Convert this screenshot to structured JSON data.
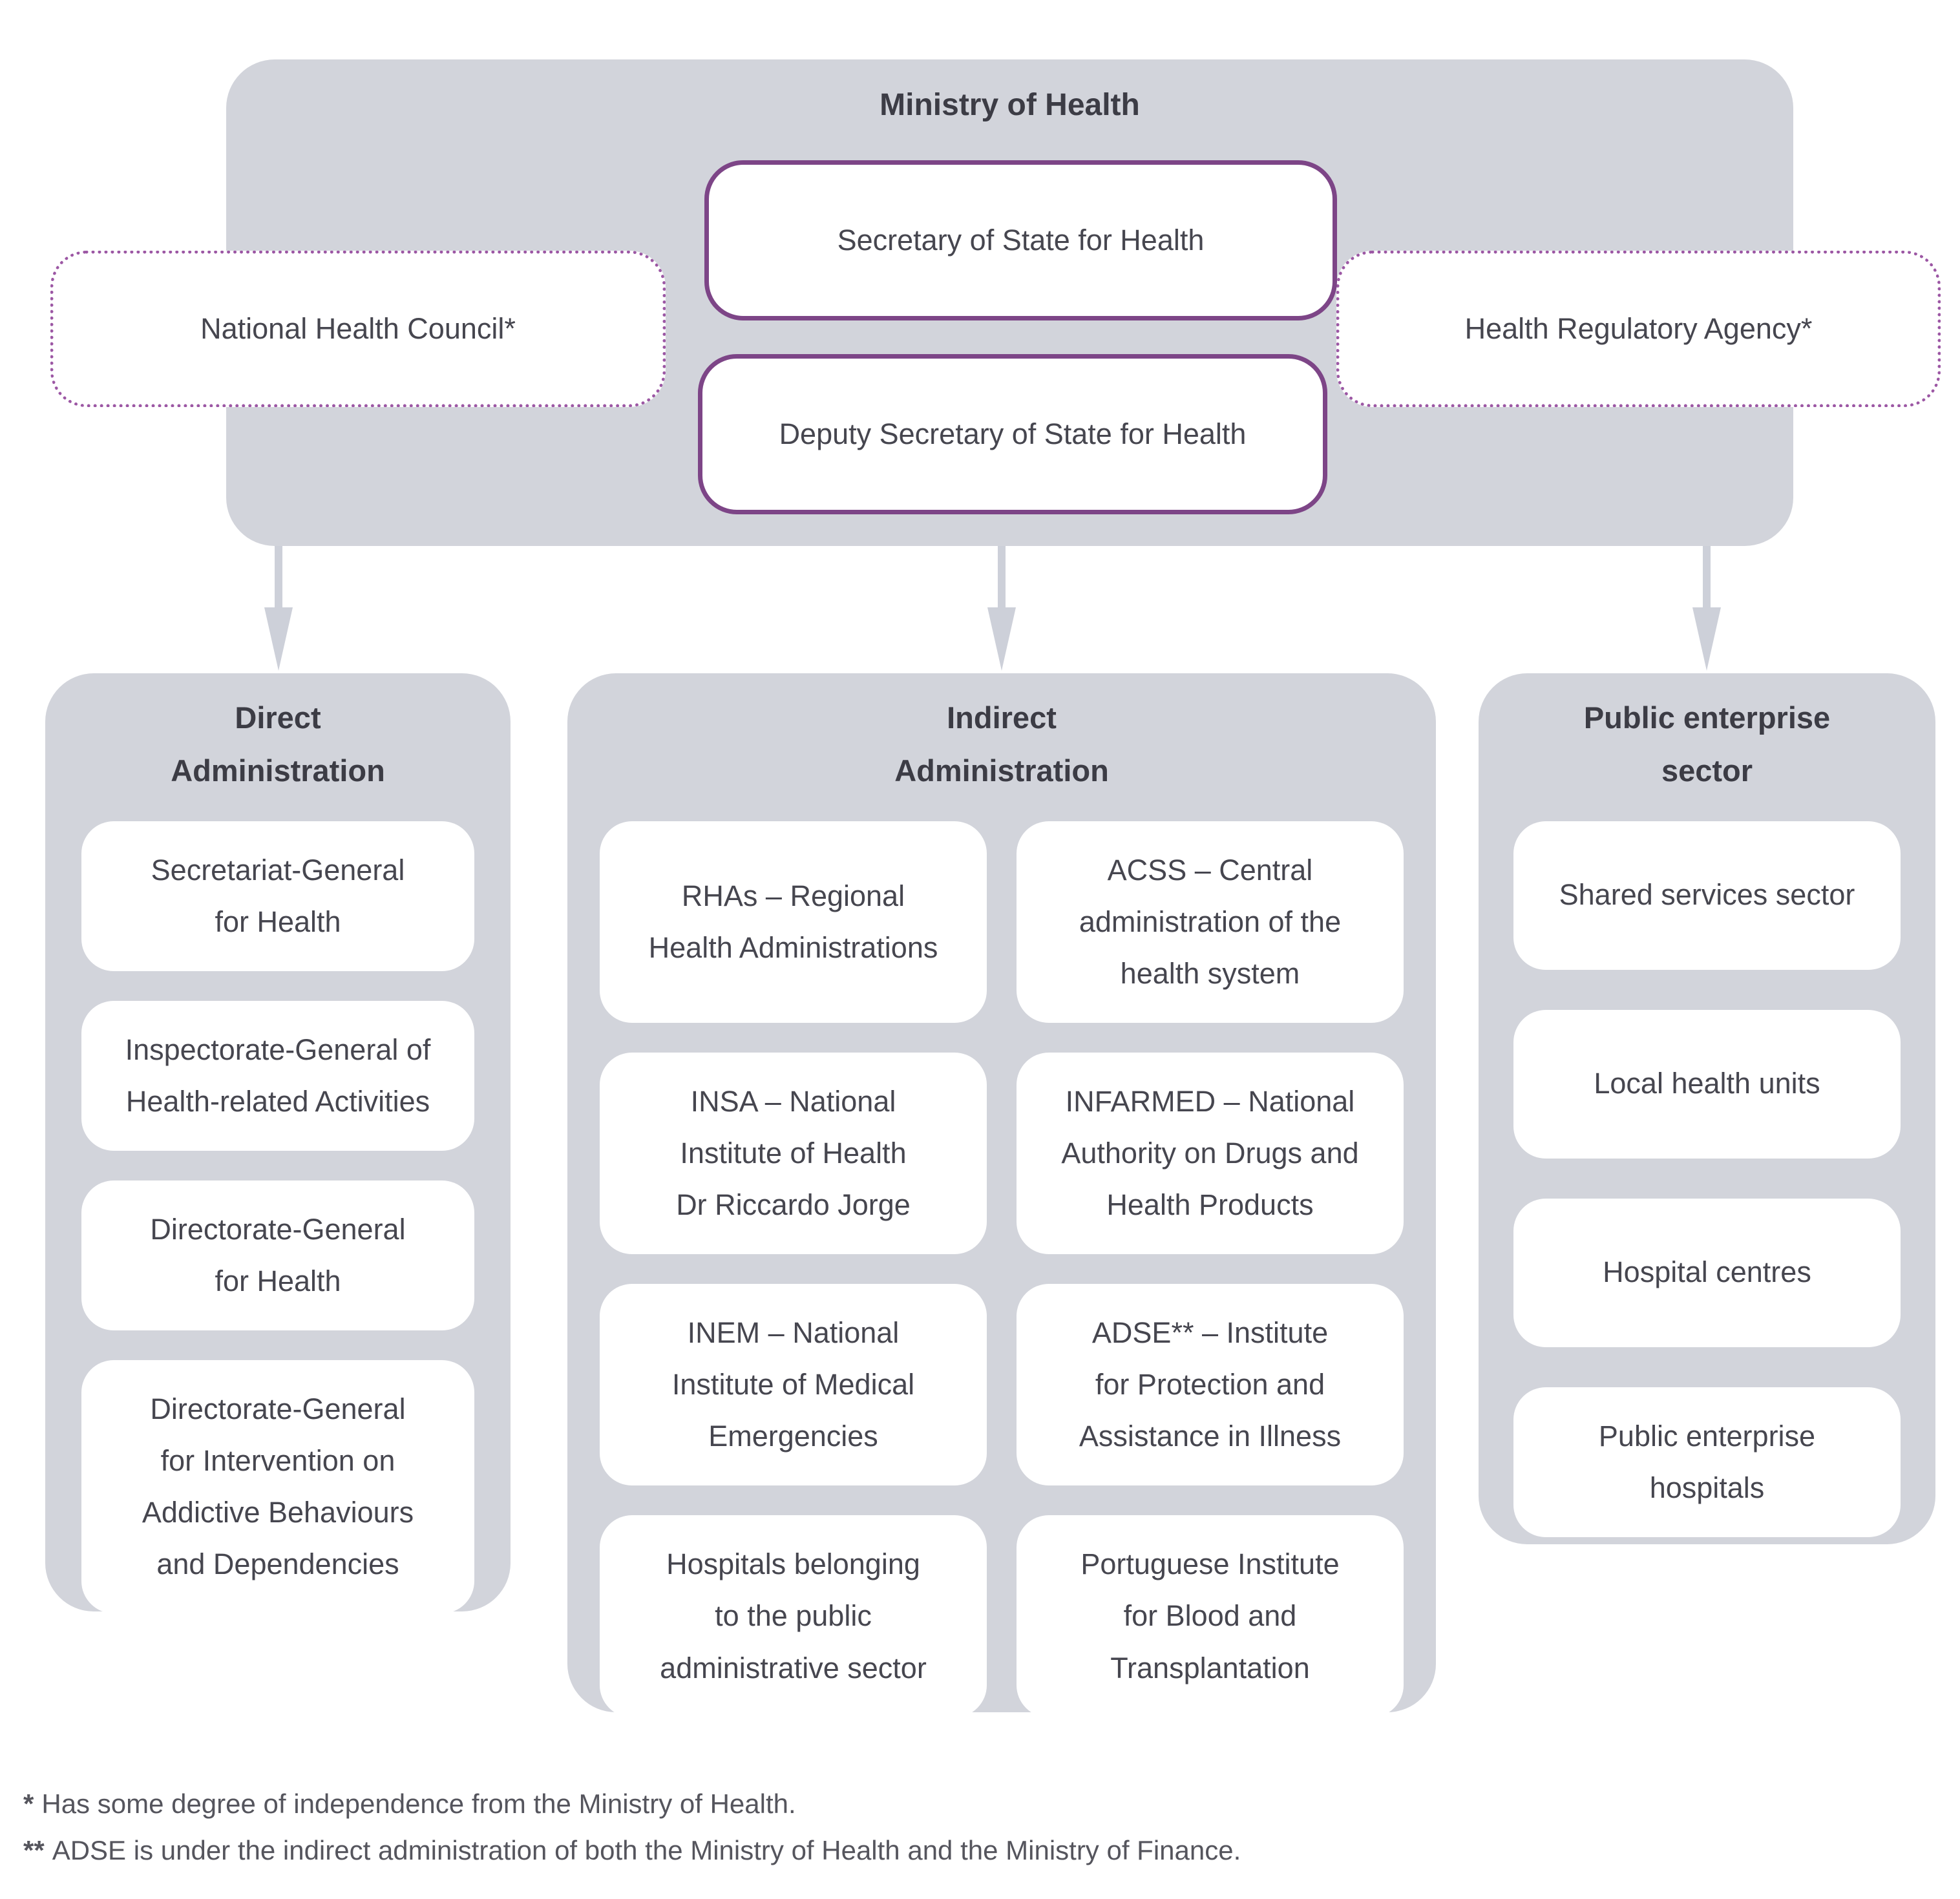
{
  "ministry": {
    "title": "Ministry of Health",
    "secretary": "Secretary of State for Health",
    "deputy": "Deputy Secretary of State for Health"
  },
  "external": {
    "left": "National Health Council*",
    "right": "Health Regulatory Agency*"
  },
  "columns": {
    "direct": {
      "title": "Direct\nAdministration",
      "items": [
        "Secretariat-General\nfor Health",
        "Inspectorate-General of\nHealth-related Activities",
        "Directorate-General\nfor Health",
        "Directorate-General\nfor Intervention on\nAddictive Behaviours\nand Dependencies"
      ]
    },
    "indirect": {
      "title": "Indirect\nAdministration",
      "items_left": [
        "RHAs – Regional\nHealth Administrations",
        "INSA – National\nInstitute of Health\nDr Riccardo Jorge",
        "INEM – National\nInstitute of Medical\nEmergencies",
        "Hospitals belonging\nto the public\nadministrative sector"
      ],
      "items_right": [
        "ACSS – Central\nadministration of the\nhealth system",
        "INFARMED – National\nAuthority on Drugs and\nHealth Products",
        "ADSE** – Institute\nfor Protection and\nAssistance in Illness",
        "Portuguese Institute\nfor Blood and\nTransplantation"
      ]
    },
    "public": {
      "title": "Public enterprise\nsector",
      "items": [
        "Shared services sector",
        "Local health units",
        "Hospital centres",
        "Public enterprise\nhospitals"
      ]
    }
  },
  "footnotes": [
    {
      "marker": "*",
      "text": "Has some degree of independence from the Ministry of Health."
    },
    {
      "marker": "**",
      "text": "ADSE is under the indirect administration of both the Ministry of Health and the Ministry of Finance."
    }
  ],
  "colors": {
    "panel_gray": "#d2d4db",
    "arrow_gray": "#cdd0d9",
    "purple_solid": "#7d4587",
    "purple_dotted": "#9c57a4",
    "text": "#46464f"
  }
}
